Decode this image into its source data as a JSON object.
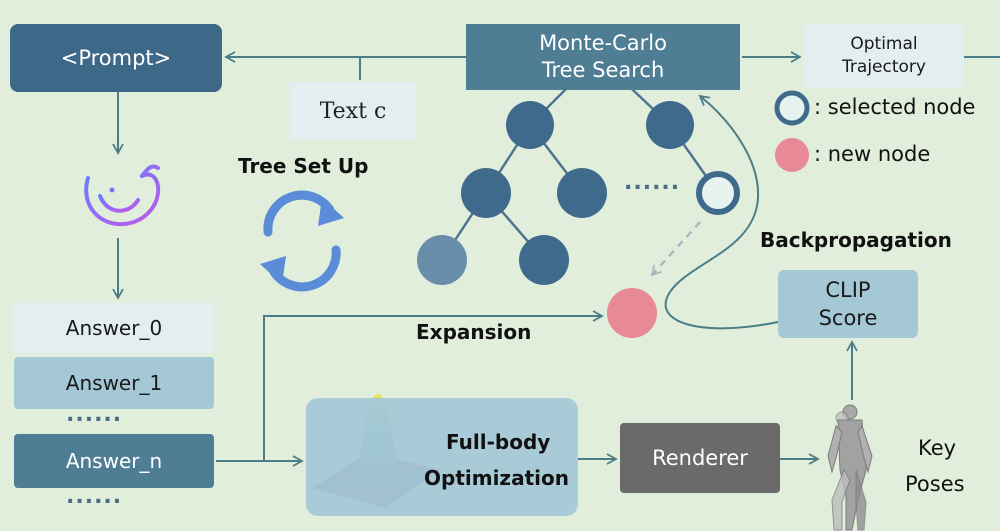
{
  "prompt": "<Prompt>",
  "mcts": {
    "line1": "Monte-Carlo",
    "line2": "Tree Search"
  },
  "optimal": {
    "line1": "Optimal",
    "line2": "Trajectory"
  },
  "text_c": "Text c",
  "tree_setup": "Tree Set Up",
  "legend": {
    "selected": ": selected node",
    "new": ": new node"
  },
  "backprop": "Backpropagation",
  "clip": {
    "line1": "CLIP",
    "line2": "Score"
  },
  "expansion": "Expansion",
  "answers": [
    "Answer_0",
    "Answer_1",
    "Answer_n"
  ],
  "ellipsis": {
    "short": "......",
    "list": "......"
  },
  "fullbody": {
    "line1": "Full-body",
    "line2": "Optimization"
  },
  "renderer": "Renderer",
  "keyposes": {
    "line1": "Key",
    "line2": "Poses"
  },
  "colors": {
    "background": "#e2eedc",
    "dark_box": "#3e6887",
    "mid_box": "#4f7d94",
    "light_box": "#a5c8d6",
    "pale_box": "#e3eef0",
    "node": "#3f6a8c",
    "new_node": "#e88a96",
    "arrow": "#4b7d86",
    "renderer": "#6a6a6a"
  },
  "icons": [
    "deepseek-whale-icon",
    "refresh-cycle-icon",
    "gaussian-surface-icon",
    "human-pose-icon"
  ]
}
